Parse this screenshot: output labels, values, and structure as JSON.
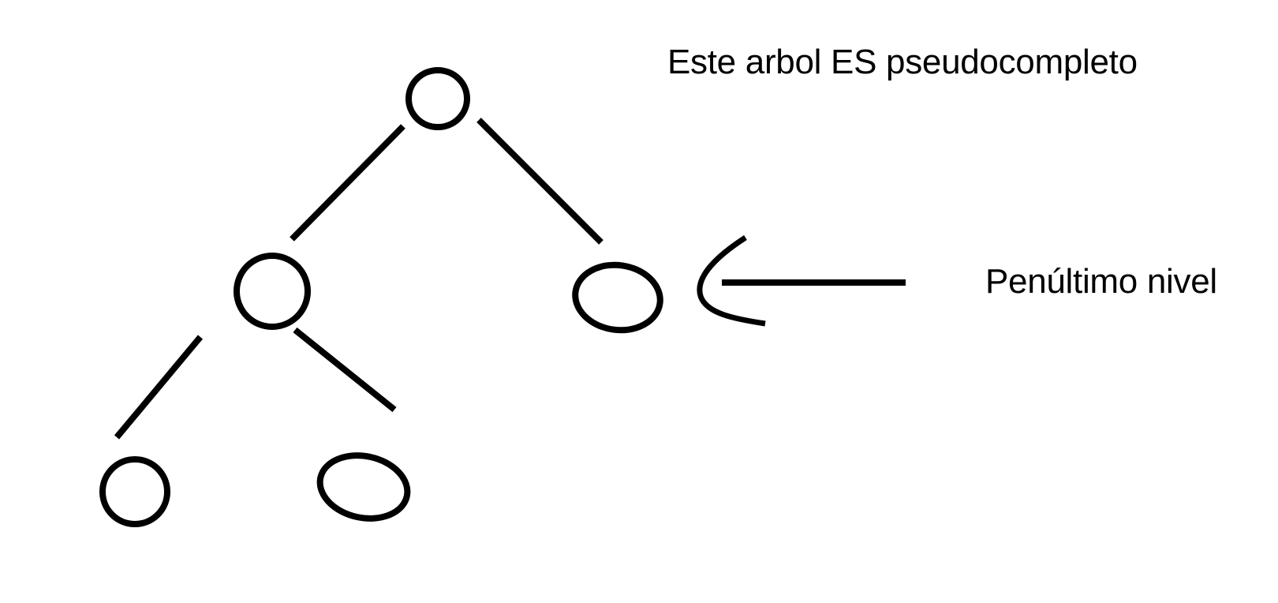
{
  "colors": {
    "ink": "#000000",
    "background": "#ffffff"
  },
  "annotations": {
    "title": "Este arbol ES pseudocompleto",
    "level_label": "Penúltimo nivel"
  },
  "tree": {
    "nodes": [
      {
        "id": "root",
        "level": 0
      },
      {
        "id": "left-child",
        "level": 1
      },
      {
        "id": "right-child",
        "level": 1
      },
      {
        "id": "left-left-leaf",
        "level": 2
      },
      {
        "id": "left-right-leaf",
        "level": 2
      }
    ],
    "edges": [
      {
        "from": "root",
        "to": "left-child"
      },
      {
        "from": "root",
        "to": "right-child"
      },
      {
        "from": "left-child",
        "to": "left-left-leaf"
      },
      {
        "from": "left-child",
        "to": "left-right-leaf"
      }
    ],
    "pointer_arrow": {
      "points_to_level": 1,
      "direction": "left"
    }
  }
}
